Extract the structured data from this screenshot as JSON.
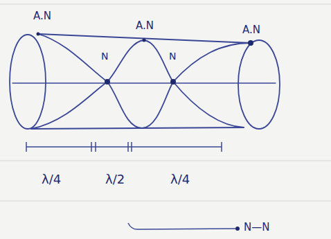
{
  "diagram": {
    "labels": [
      "A.N",
      "A.N",
      "A.N",
      "N",
      "N",
      "λ/4",
      "λ/2",
      "λ/4",
      "N—N"
    ]
  }
}
